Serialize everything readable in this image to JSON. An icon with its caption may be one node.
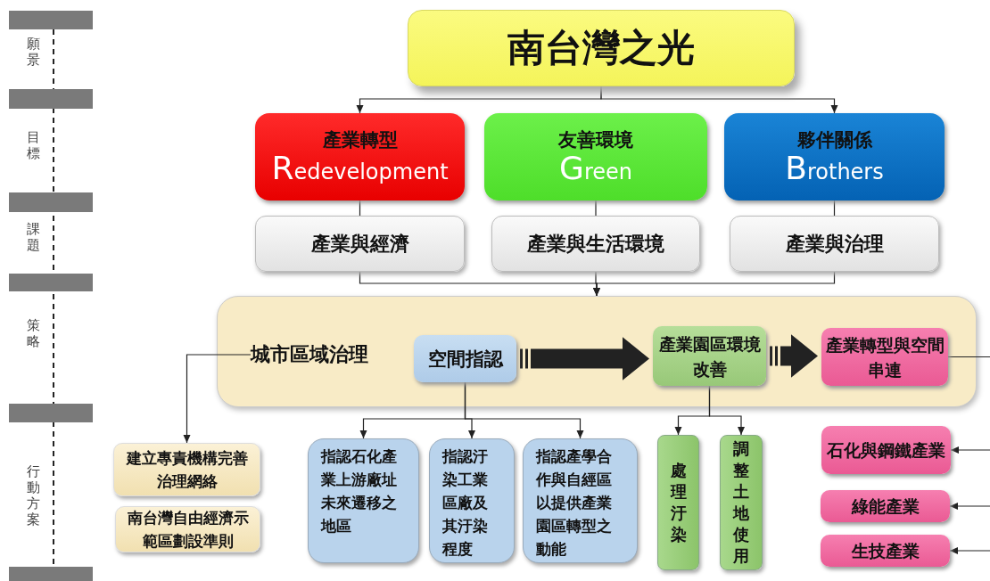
{
  "diagram": {
    "nodes": [
      {
        "text": [
          "南台灣之光"
        ]
      },
      {
        "text": [
          "產業轉型",
          "Redevelopment"
        ]
      },
      {
        "text": [
          "友善環境",
          "Green"
        ]
      },
      {
        "text": [
          "夥伴關係",
          "Brothers"
        ]
      },
      {
        "text": [
          "產業與經濟"
        ]
      },
      {
        "text": [
          "產業與生活環境"
        ]
      },
      {
        "text": [
          "產業與治理"
        ]
      },
      {
        "text": [],
        "shape": "box"
      },
      {
        "text": [
          "城市區域治理"
        ],
        "in": 7
      },
      {
        "text": [
          "空間指認"
        ],
        "in": 7
      },
      {
        "text": [
          "產業園區環境改善"
        ],
        "in": 7
      },
      {
        "text": [
          "產業轉型與空間串連"
        ],
        "in": 7
      },
      {
        "text": [
          "建立專責機構完善治理網絡"
        ]
      },
      {
        "text": [
          "南台灣自由經濟示範區劃設準則"
        ]
      },
      {
        "text": [
          "指認石化產業上游廠址未來遷移之地區"
        ]
      },
      {
        "text": [
          "指認汙染工業區廠及其汙染程度"
        ]
      },
      {
        "text": [
          "指認產學合作與自經區以提供產業園區轉型之動能"
        ]
      },
      {
        "text": [
          "處理汙染"
        ]
      },
      {
        "text": [
          "調整土地使用"
        ]
      },
      {
        "text": [
          "石化與鋼鐵產業"
        ]
      },
      {
        "text": [
          "綠能產業"
        ]
      },
      {
        "text": [
          "生技產業"
        ]
      }
    ],
    "edges": [
      {
        "from": 0,
        "to": 1,
        "arrow": "to"
      },
      {
        "from": 0,
        "to": 3,
        "arrow": "to"
      },
      {
        "from": 1,
        "to": 4,
        "arrow": "none"
      },
      {
        "from": 2,
        "to": 5,
        "arrow": "none"
      },
      {
        "from": 3,
        "to": 6,
        "arrow": "none"
      },
      {
        "from": 4,
        "to": 7,
        "arrow": "to"
      },
      {
        "from": 5,
        "to": 7,
        "arrow": "to"
      },
      {
        "from": 6,
        "to": 7,
        "arrow": "to"
      },
      {
        "from": 8,
        "to": 12,
        "arrow": "to"
      },
      {
        "from": 9,
        "to": 14,
        "arrow": "to"
      },
      {
        "from": 9,
        "to": 15,
        "arrow": "to"
      },
      {
        "from": 9,
        "to": 16,
        "arrow": "to"
      },
      {
        "from": 9,
        "to": 10,
        "arrow": "to",
        "style": "thick"
      },
      {
        "from": 10,
        "to": 11,
        "arrow": "to",
        "style": "thick"
      },
      {
        "from": 10,
        "to": 17,
        "arrow": "to"
      },
      {
        "from": 10,
        "to": 18,
        "arrow": "to"
      },
      {
        "from": 11,
        "to": null,
        "arrow": "none"
      },
      {
        "from": null,
        "to": 19,
        "arrow": "to"
      },
      {
        "from": null,
        "to": 20,
        "arrow": "to"
      },
      {
        "from": null,
        "to": 21,
        "arrow": "to"
      }
    ],
    "labels": [
      "願景",
      "目標",
      "課題",
      "策略",
      "行動方案"
    ]
  }
}
